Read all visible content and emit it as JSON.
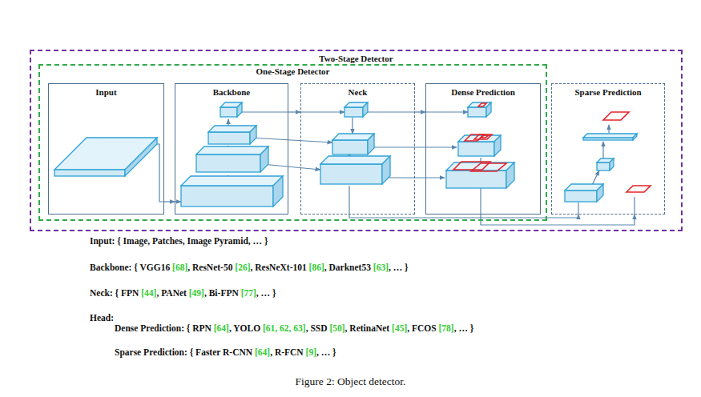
{
  "diagram": {
    "caption": "Figure 2: Object detector.",
    "nodes": [
      {
        "text": [
          "Two-Stage Detector"
        ]
      },
      {
        "text": [
          "One-Stage Detector"
        ],
        "in": 0
      },
      {
        "text": [
          "Input"
        ],
        "in": 1
      },
      {
        "text": [
          "Backbone"
        ],
        "in": 1
      },
      {
        "text": [
          "Neck"
        ],
        "in": 1
      },
      {
        "text": [
          "Dense Prediction"
        ],
        "in": 1
      },
      {
        "text": [
          "Sparse Prediction"
        ],
        "in": 0
      }
    ],
    "edges": [
      {
        "from": 2,
        "to": 3,
        "arrow": "to"
      },
      {
        "from": 3,
        "to": 4,
        "arrow": "to"
      },
      {
        "from": 4,
        "to": 5,
        "arrow": "to"
      },
      {
        "from": 4,
        "to": 6,
        "arrow": "to"
      },
      {
        "from": 5,
        "to": 6,
        "arrow": "to"
      }
    ],
    "labels": [
      "Input: { Image, Patches, Image Pyramid, … }",
      "Backbone: { VGG16",
      "[68]",
      ", ResNet-50",
      "[26]",
      ", ResNeXt-101",
      "[86]",
      ", Darknet53",
      "[63]",
      ", … }",
      "Neck: { FPN",
      "[44]",
      ", PANet",
      "[49]",
      ", Bi-FPN",
      "[77]",
      ", … }",
      "Head:",
      "Dense Prediction: { RPN",
      "[64]",
      ", YOLO",
      "[61, 62, 63]",
      ", SSD",
      "[50]",
      ", RetinaNet",
      "[45]",
      ", FCOS",
      "[78]",
      ", … }",
      "Sparse Prediction: { Faster R-CNN",
      "[64]",
      ",  R-FCN",
      "[9]",
      ", … }"
    ]
  }
}
